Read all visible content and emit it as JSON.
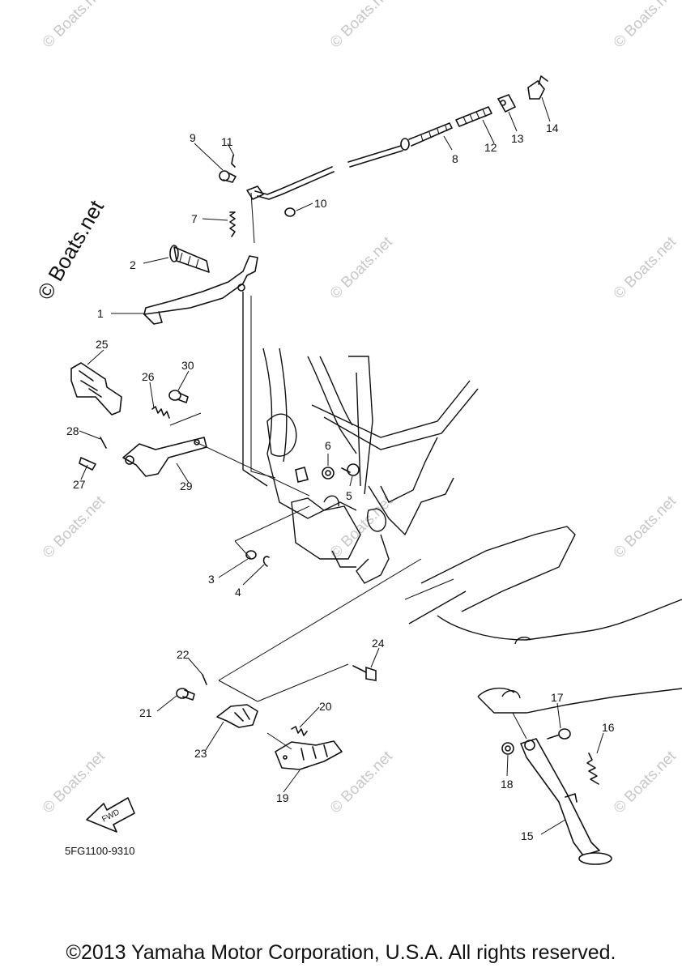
{
  "diagram": {
    "drawing_code": "5FG1100-9310",
    "fwd_label": "FWD",
    "copyright": "©2013 Yamaha Motor Corporation, U.S.A. All rights reserved.",
    "watermark_large": "© Boats.net",
    "watermark_small": "© Boats.net",
    "callouts": [
      "1",
      "2",
      "3",
      "4",
      "5",
      "6",
      "7",
      "8",
      "9",
      "10",
      "11",
      "12",
      "13",
      "14",
      "15",
      "16",
      "17",
      "18",
      "19",
      "20",
      "21",
      "22",
      "23",
      "24",
      "25",
      "26",
      "27",
      "28",
      "29",
      "30"
    ]
  }
}
